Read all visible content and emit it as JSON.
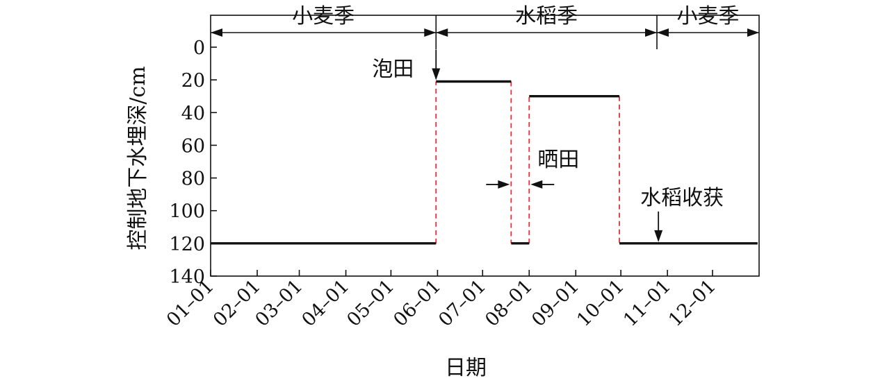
{
  "chart_data": {
    "type": "line",
    "title": "",
    "xlabel": "日期",
    "ylabel": "控制地下水埋深/cm",
    "x_ticks": [
      "01–01",
      "02–01",
      "03–01",
      "04–01",
      "05–01",
      "06–01",
      "07–01",
      "08–01",
      "09–01",
      "10–01",
      "11–01",
      "12–01"
    ],
    "x_range": [
      "01–01",
      "12–31"
    ],
    "y_ticks": [
      0,
      20,
      40,
      60,
      80,
      100,
      120,
      140
    ],
    "ylim": [
      0,
      140
    ],
    "y_inverted": true,
    "grid": false,
    "series": [
      {
        "points": [
          {
            "x": "01–01",
            "y": 120
          },
          {
            "x": "05–31",
            "y": 120
          },
          {
            "x": "05–31",
            "y": 21
          },
          {
            "x": "07–20",
            "y": 21
          },
          {
            "x": "07–20",
            "y": 120
          },
          {
            "x": "08–01",
            "y": 120
          },
          {
            "x": "08–01",
            "y": 30
          },
          {
            "x": "09–30",
            "y": 30
          },
          {
            "x": "09–30",
            "y": 120
          },
          {
            "x": "12–31",
            "y": 120
          }
        ]
      }
    ],
    "dashed_transitions": [
      "05–31",
      "07–20",
      "08–01",
      "09–30"
    ],
    "seasons": [
      {
        "label": "小麦季",
        "start": "01–01",
        "end": "05–31"
      },
      {
        "label": "水稻季",
        "start": "05–31",
        "end": "10–25"
      },
      {
        "label": "小麦季",
        "start": "10–25",
        "end": "12–31"
      }
    ],
    "annotations": [
      {
        "text": "泡田",
        "x": "05–31",
        "y": 21
      },
      {
        "text": "晒田",
        "x": "07–26",
        "y": 95
      },
      {
        "text": "水稻收获",
        "x": "10–26",
        "y": 120
      }
    ],
    "colors": {
      "line": "#111111",
      "dashed": "#e0313a"
    }
  }
}
